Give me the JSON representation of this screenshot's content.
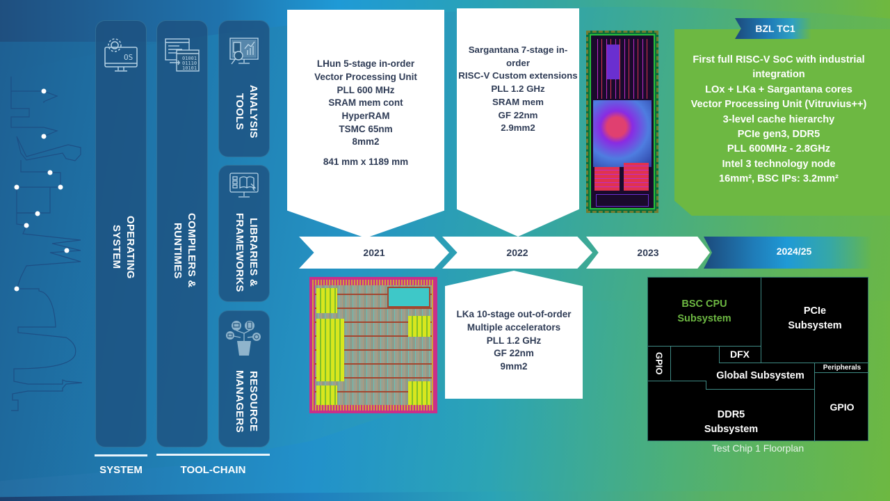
{
  "pillars": [
    {
      "id": "operating-system",
      "label": "OPERATING\nSYSTEM",
      "icon": "os-monitor-gear-icon"
    },
    {
      "id": "compilers-runtimes",
      "label": "COMPILERS &\nRUNTIMES",
      "icon": "code-windows-binary-icon"
    },
    {
      "id": "analysis-tools",
      "label": "ANALYSIS\nTOOLS",
      "icon": "analytics-monitor-icon"
    },
    {
      "id": "libraries-frameworks",
      "label": "LIBRARIES &\nFRAMEWORKS",
      "icon": "library-book-monitor-icon"
    },
    {
      "id": "resource-managers",
      "label": "RESOURCE\nMANAGERS",
      "icon": "resource-tree-pot-icon"
    }
  ],
  "groups": {
    "system": "SYSTEM",
    "toolchain": "TOOL-CHAIN"
  },
  "timeline": {
    "years": [
      "2021",
      "2022",
      "2023",
      "2024/25"
    ]
  },
  "cards": {
    "y2021": {
      "lines": [
        "LHun 5-stage in-order",
        "Vector Processing Unit",
        "PLL 600 MHz",
        "SRAM mem cont",
        "HyperRAM",
        "TSMC 65nm",
        "8mm2"
      ],
      "extra": "841 mm x 1189 mm"
    },
    "y2022_top": {
      "lines": [
        "Sargantana 7-stage in-",
        "order",
        "RISC-V Custom extensions",
        "PLL 1.2 GHz",
        "SRAM mem",
        "GF 22nm",
        "2.9mm2"
      ]
    },
    "y2022_bottom": {
      "lines": [
        "LKa 10-stage out-of-order",
        "Multiple accelerators",
        "PLL 1.2 GHz",
        "GF 22nm",
        "9mm2"
      ]
    }
  },
  "tc1": {
    "tag": "BZL TC1",
    "lines": [
      "First full RISC-V SoC with industrial",
      "integration",
      "LOx + LKa + Sargantana cores",
      "Vector Processing Unit (Vitruvius++)",
      "3-level cache hierarchy",
      "PCIe gen3, DDR5",
      "PLL 600MHz - 2.8GHz",
      "Intel 3 technology node",
      "16mm², BSC IPs: 3.2mm²"
    ]
  },
  "floorplan": {
    "caption": "Test Chip 1 Floorplan",
    "blocks": {
      "bsc_cpu": "BSC CPU\nSubsystem",
      "pcie": "PCIe\nSubsystem",
      "gpio_left": "GPIO",
      "dfx": "DFX",
      "global": "Global Subsystem",
      "peripherals": "Peripherals",
      "gpio_right": "GPIO",
      "ddr5": "DDR5\nSubsystem"
    },
    "colors": {
      "bsc_cpu_text": "#6db842",
      "background": "#000000",
      "divider": "#3f8a84"
    }
  },
  "colors": {
    "accent_green": "#6db842",
    "accent_blue": "#1f9ad6",
    "dark_navy": "#1c4a7c",
    "card_text": "#2e3b55"
  }
}
